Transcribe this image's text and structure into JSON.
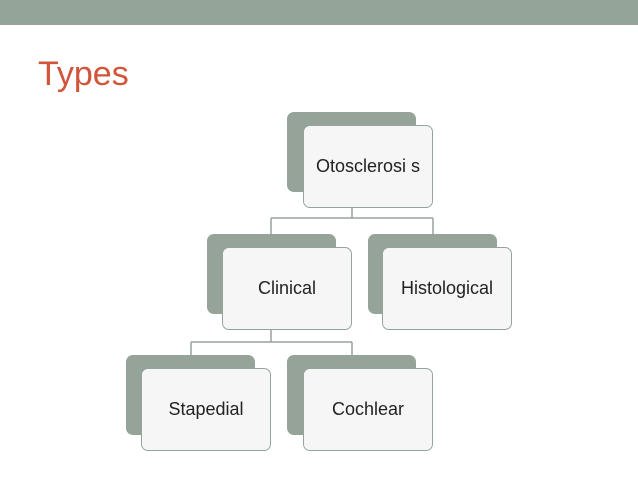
{
  "slide": {
    "title": "Types"
  },
  "diagram": {
    "root": {
      "label": "Otosclerosi s"
    },
    "level1": [
      {
        "label": "Clinical"
      },
      {
        "label": "Histological"
      }
    ],
    "level2": [
      {
        "label": "Stapedial"
      },
      {
        "label": "Cochlear"
      }
    ]
  },
  "colors": {
    "top_bar": "#94a499",
    "title": "#d2553a",
    "node_back": "#95a399",
    "node_border": "#95a399",
    "connector": "#95a399"
  }
}
